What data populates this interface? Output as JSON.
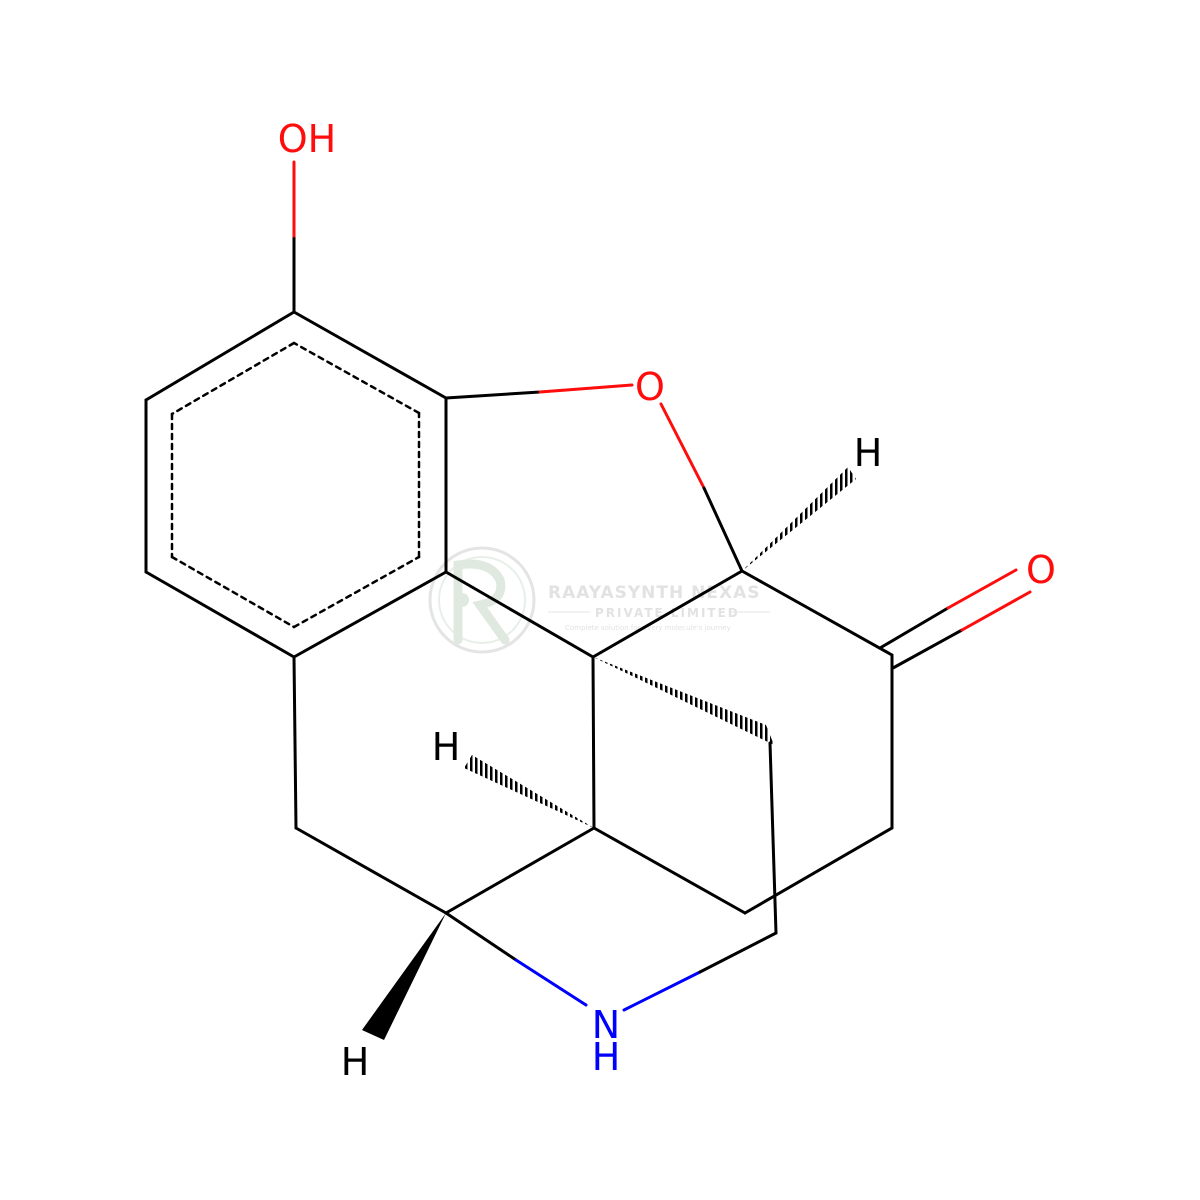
{
  "colors": {
    "bond": "#000000",
    "oxygen": "#ff0d0d",
    "nitrogen": "#0000ff",
    "watermark": "#e2e2e2"
  },
  "atoms": {
    "hydroxyl": "OH",
    "ether_oxygen": "O",
    "ketone_oxygen": "O",
    "amine_n": "N",
    "amine_h": "H",
    "stereo_h_top": "H",
    "stereo_h_middle": "H",
    "stereo_h_bottom": "H"
  },
  "watermark": {
    "company": "RAAYASYNTH NEXAS",
    "subtitle": "PRIVATE LIMITED",
    "tagline": "Complete solution for every molecule's journey",
    "logo": "raayasynth-logo-icon"
  }
}
